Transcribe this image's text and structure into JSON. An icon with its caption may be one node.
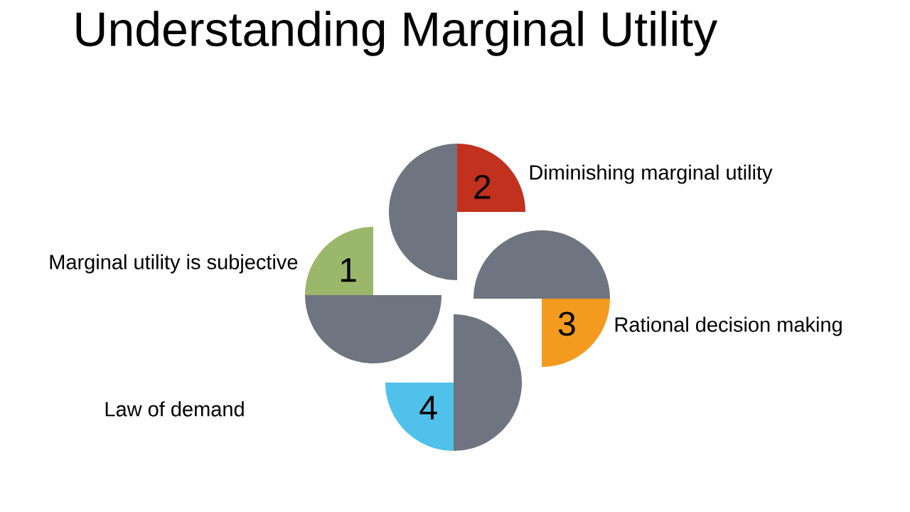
{
  "diagram": {
    "title": "Understanding Marginal Utility",
    "nodes": [
      {
        "text": [
          "1"
        ],
        "beside": [
          "Marginal utility is subjective"
        ]
      },
      {
        "text": [
          "2"
        ],
        "beside": [
          "Diminishing marginal utility"
        ]
      },
      {
        "text": [
          "3"
        ],
        "beside": [
          "Rational decision making"
        ]
      },
      {
        "text": [
          "4"
        ]
      }
    ],
    "labels": [
      "Law of demand"
    ]
  }
}
